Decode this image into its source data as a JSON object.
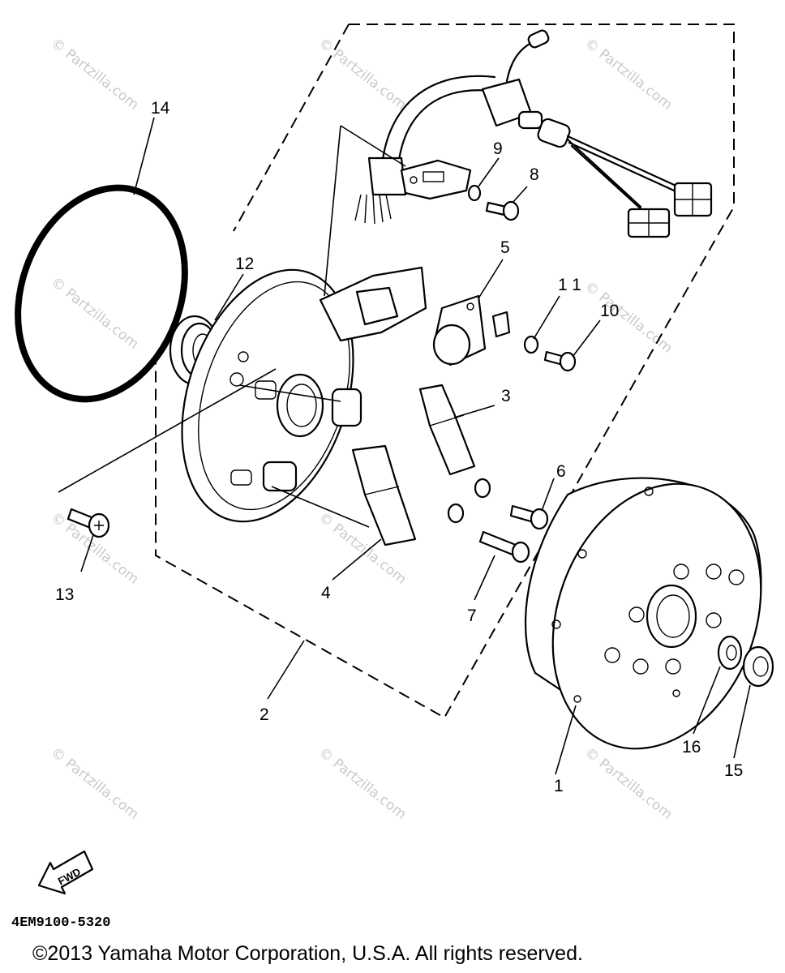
{
  "callouts": [
    {
      "id": "1",
      "label": "1"
    },
    {
      "id": "2",
      "label": "2"
    },
    {
      "id": "3",
      "label": "3"
    },
    {
      "id": "4",
      "label": "4"
    },
    {
      "id": "5",
      "label": "5"
    },
    {
      "id": "6",
      "label": "6"
    },
    {
      "id": "7",
      "label": "7"
    },
    {
      "id": "8",
      "label": "8"
    },
    {
      "id": "9",
      "label": "9"
    },
    {
      "id": "10",
      "label": "10"
    },
    {
      "id": "11",
      "label": "11"
    },
    {
      "id": "12",
      "label": "12"
    },
    {
      "id": "13",
      "label": "13"
    },
    {
      "id": "14",
      "label": "14"
    },
    {
      "id": "15",
      "label": "15"
    },
    {
      "id": "16",
      "label": "16"
    }
  ],
  "fwd_label": "FWD",
  "diagram_code": "4EM9100-5320",
  "copyright": "©2013  Yamaha Motor Corporation, U.S.A. All rights reserved.",
  "watermark": "© Partzilla.com"
}
